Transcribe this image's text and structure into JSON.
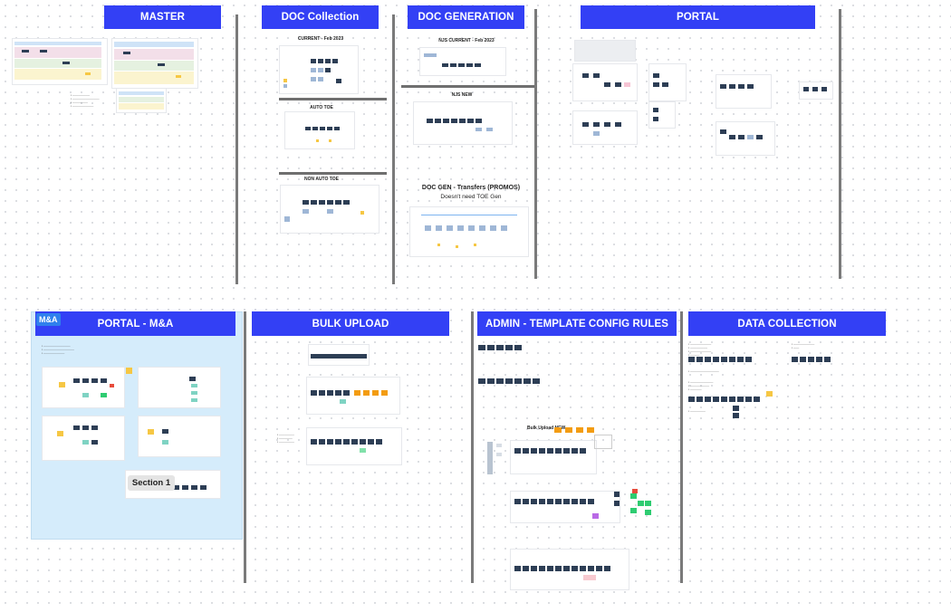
{
  "board": {
    "sections": [
      {
        "key": "master",
        "title": "MASTER"
      },
      {
        "key": "doc_collection",
        "title": "DOC Collection"
      },
      {
        "key": "doc_generation",
        "title": "DOC GENERATION"
      },
      {
        "key": "portal",
        "title": "PORTAL"
      },
      {
        "key": "portal_ma",
        "title": "PORTAL - M&A"
      },
      {
        "key": "bulk_upload",
        "title": "BULK UPLOAD"
      },
      {
        "key": "admin",
        "title": "ADMIN - TEMPLATE CONFIG RULES"
      },
      {
        "key": "data_collection",
        "title": "DATA COLLECTION"
      }
    ]
  },
  "doc_collection": {
    "current": "CURRENT - Feb 2023",
    "auto_toe": "AUTO TOE",
    "non_auto_toe": "NON AUTO TOE"
  },
  "doc_generation": {
    "njs_current": "NJS CURRENT - Feb 2023",
    "njs_new": "NJS NEW",
    "transfers_title": "DOC GEN - Transfers (PROMOS)",
    "transfers_subtitle": "Doesn't need TOE Gen"
  },
  "portal_ma": {
    "tag": "M&A",
    "section_label": "Section 1"
  },
  "admin": {
    "bulk_upload_new": "Bulk Upload NEW"
  },
  "colors": {
    "header_bg": "#3340f5",
    "ma_panel_bg": "#d5ecfb",
    "ma_tag_bg": "#2f80ed",
    "node": "#2d3e55"
  }
}
